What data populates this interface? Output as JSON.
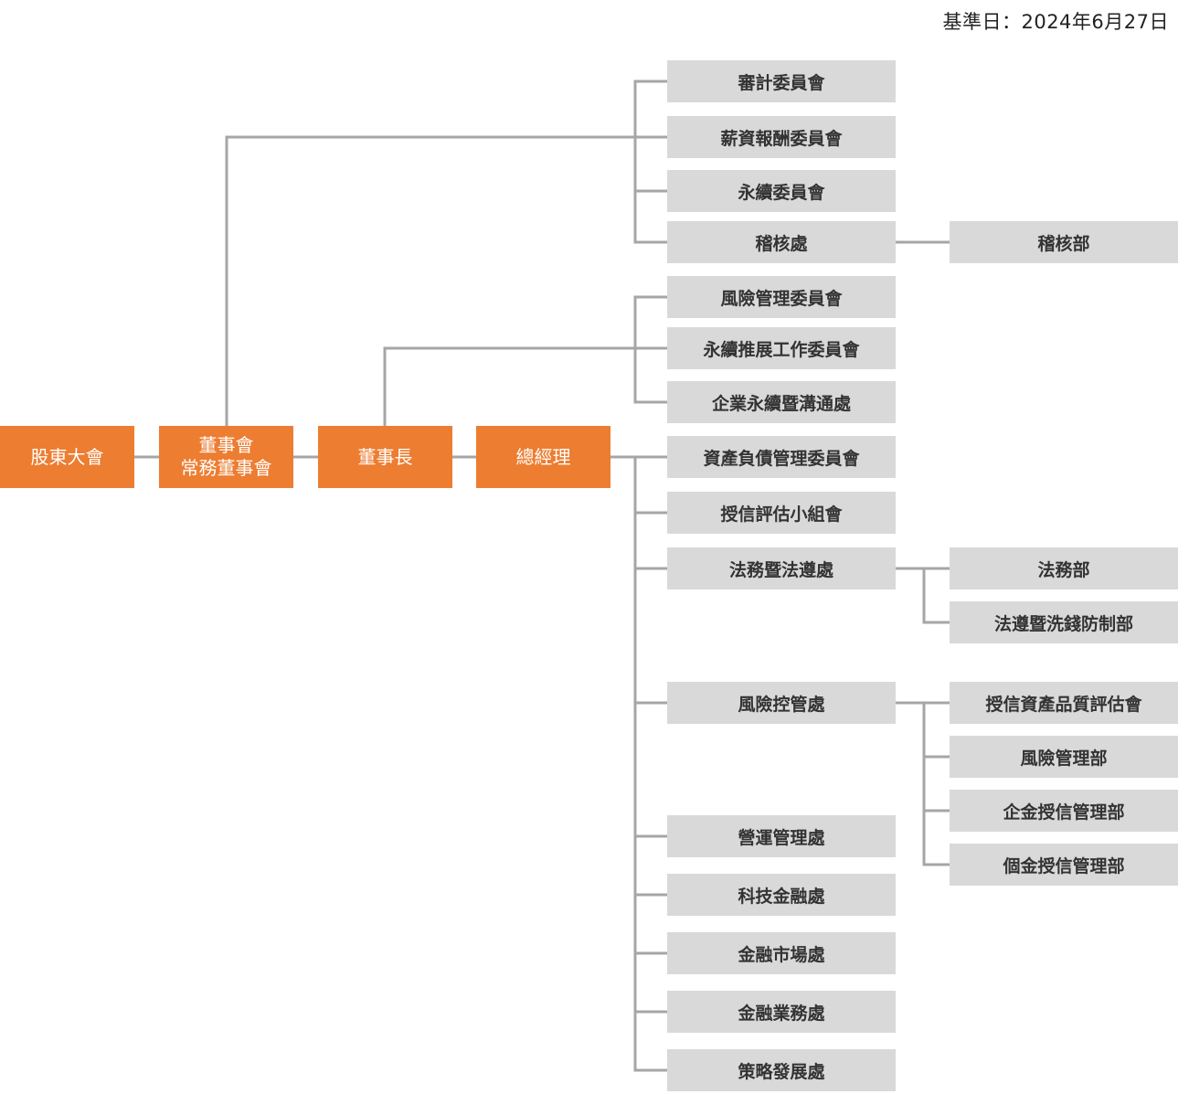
{
  "colors": {
    "main_fill": "#ED7D31",
    "unit_fill": "#D9D9D9",
    "line": "#A6A6A6"
  },
  "base_date": "基準日：2024年6月27日",
  "main_chain": {
    "shareholders": "股東大會",
    "board_line1": "董事會",
    "board_line2": "常務董事會",
    "chairman": "董事長",
    "president": "總經理"
  },
  "board_units": {
    "audit_committee": "審計委員會",
    "remuneration_committee": "薪資報酬委員會",
    "sustainability_committee": "永續委員會",
    "auditing_office": "稽核處",
    "auditing_dept": "稽核部"
  },
  "chairman_units": {
    "risk_committee": "風險管理委員會",
    "sustainability_promotion_committee": "永續推展工作委員會",
    "corporate_sustainability_office": "企業永續暨溝通處"
  },
  "president_units": {
    "alm_committee": "資產負債管理委員會",
    "credit_evaluation_group": "授信評估小組會",
    "legal_compliance_office": "法務暨法遵處",
    "legal_dept": "法務部",
    "compliance_aml_dept": "法遵暨洗錢防制部",
    "risk_control_office": "風險控管處",
    "credit_asset_quality_committee": "授信資產品質評估會",
    "risk_management_dept": "風險管理部",
    "corporate_credit_dept": "企金授信管理部",
    "consumer_credit_dept": "個金授信管理部",
    "operations_office": "營運管理處",
    "fintech_office": "科技金融處",
    "financial_markets_office": "金融市場處",
    "financial_business_office": "金融業務處",
    "strategy_office": "策略發展處"
  }
}
